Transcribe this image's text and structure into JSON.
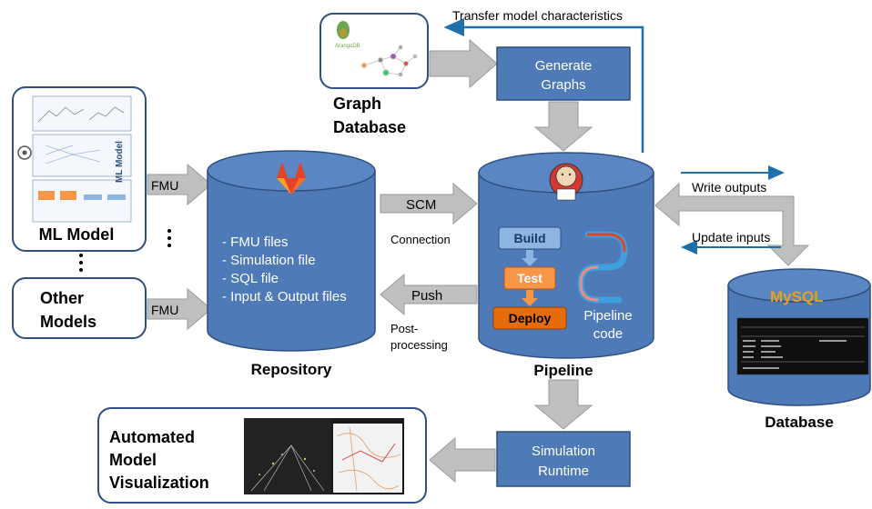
{
  "graph_db": {
    "logo_text": "ArangoDB",
    "label_line1": "Graph",
    "label_line2": "Database"
  },
  "feedback_label": "Transfer model characteristics",
  "generate_graphs": {
    "line1": "Generate",
    "line2": "Graphs"
  },
  "ml_model": {
    "label": "ML Model",
    "side_label": "ML Model"
  },
  "other_models": {
    "line1": "Other",
    "line2": "Models"
  },
  "fmu_label": "FMU",
  "repository": {
    "items": [
      "- FMU files",
      "- Simulation file",
      "- SQL file",
      "- Input & Output files"
    ],
    "label": "Repository"
  },
  "scm": {
    "label": "SCM",
    "sub": "Connection"
  },
  "push": {
    "label": "Push",
    "sub_line1": "Post-",
    "sub_line2": "processing"
  },
  "pipeline": {
    "build": "Build",
    "test": "Test",
    "deploy": "Deploy",
    "code_line1": "Pipeline",
    "code_line2": "code",
    "label": "Pipeline"
  },
  "write_outputs": "Write outputs",
  "update_inputs": "Update inputs",
  "database": {
    "logo_text": "MySQL",
    "label": "Database"
  },
  "simulation_runtime": {
    "line1": "Simulation",
    "line2": "Runtime"
  },
  "visualization": {
    "line1": "Automated",
    "line2": "Model",
    "line3": "Visualization"
  },
  "colors": {
    "blue_fill": "#4e7ab8",
    "blue_dark": "#3f659c",
    "box_border": "#2f4f7f",
    "arrow_gray": "#bfbfbf",
    "accent_arrow": "#1f6fa8",
    "build_fill": "#8eb4e3",
    "test_fill": "#f79646",
    "deploy_fill": "#e46c0a"
  }
}
